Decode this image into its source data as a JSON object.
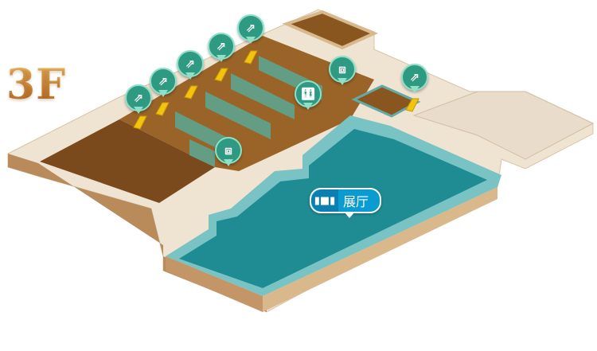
{
  "floor": {
    "label": "3F"
  },
  "hall": {
    "label": "展厅",
    "icon": "exhibition-icon"
  },
  "pins": [
    {
      "type": "escalator",
      "icon": "escalator-icon"
    },
    {
      "type": "escalator",
      "icon": "escalator-icon"
    },
    {
      "type": "escalator",
      "icon": "escalator-icon"
    },
    {
      "type": "escalator",
      "icon": "escalator-icon"
    },
    {
      "type": "escalator",
      "icon": "escalator-icon"
    },
    {
      "type": "escalator",
      "icon": "escalator-icon"
    },
    {
      "type": "elevator",
      "icon": "elevator-icon"
    },
    {
      "type": "elevator",
      "icon": "elevator-icon"
    },
    {
      "type": "restroom",
      "icon": "restroom-icon"
    }
  ],
  "colors": {
    "hall": "#1f8c93",
    "floor": "#7a4a1c",
    "wall": "#d9b88c",
    "pin": "#2f9a82",
    "label": "#0a9bd0"
  }
}
